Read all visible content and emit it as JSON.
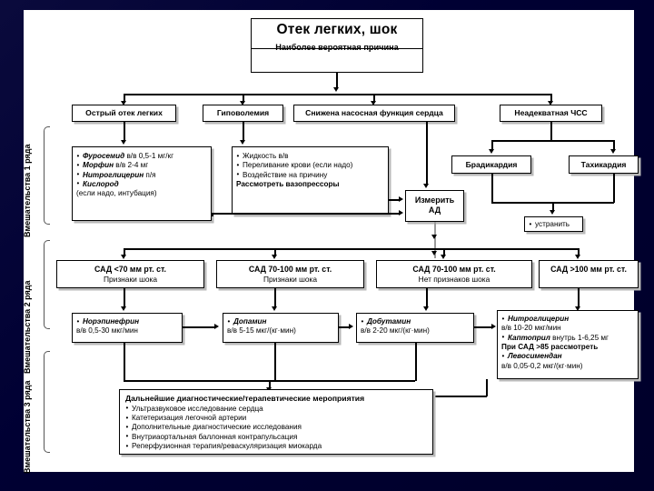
{
  "slide": {
    "background_color": "#000033",
    "canvas_color": "#ffffff"
  },
  "title": {
    "main": "Отек легких, шок",
    "subtitle": "Наиболее вероятная причина"
  },
  "side_labels": [
    {
      "id": "row1",
      "text": "Вмешательства 1 ряда"
    },
    {
      "id": "row2",
      "text": "Вмешательства 2 ряда"
    },
    {
      "id": "row3",
      "text": "Вмешательства 3 ряда"
    }
  ],
  "causes": [
    {
      "id": "cause-acute-pulmonary-edema",
      "label": "Острый отек легких"
    },
    {
      "id": "cause-hypovolemia",
      "label": "Гиповолемия"
    },
    {
      "id": "cause-reduced-pump-function",
      "label": "Снижена насосная функция сердца"
    },
    {
      "id": "cause-inadequate-heart-rate",
      "label": "Неадекватная ЧСС"
    }
  ],
  "treatment_edema": {
    "items": [
      {
        "drug": "Фуросемид",
        "rest": " в/в 0,5-1 мг/кг",
        "bullet": true
      },
      {
        "drug": "Морфин",
        "rest": " в/в 2-4 мг",
        "bullet": true
      },
      {
        "drug": "Нитроглицерин",
        "rest": " п/я",
        "bullet": true
      },
      {
        "drug": "Кислород",
        "rest": "",
        "bullet": true
      },
      {
        "drug": "",
        "rest": "(если надо, интубация)",
        "bullet": false
      }
    ]
  },
  "treatment_hypovolemia": {
    "items": [
      {
        "text": "Жидкость в/в",
        "bullet": true,
        "bold": false
      },
      {
        "text": "Переливание крови (если надо)",
        "bullet": true,
        "bold": false
      },
      {
        "text": "Воздействие на причину",
        "bullet": true,
        "bold": false
      },
      {
        "text": "Рассмотреть вазопрессоры",
        "bullet": false,
        "bold": true
      }
    ]
  },
  "rhythm": {
    "bradycardia": "Брадикардия",
    "tachycardia": "Тахикардия",
    "resolve": "устранить"
  },
  "measure_bp": {
    "line1": "Измерить",
    "line2": "АД"
  },
  "bp_branches": [
    {
      "id": "bp-lt70",
      "line1": "САД <70 мм рт. ст.",
      "line2": "Признаки шока"
    },
    {
      "id": "bp-70-100-shock",
      "line1": "САД 70-100 мм рт. ст.",
      "line2": "Признаки шока"
    },
    {
      "id": "bp-70-100-noshock",
      "line1": "САД 70-100 мм рт. ст.",
      "line2": "Нет признаков шока"
    },
    {
      "id": "bp-gt100",
      "line1": "САД >100 мм рт. ст.",
      "line2": ""
    }
  ],
  "vasoactive": [
    {
      "id": "drug-norepinephrine",
      "items": [
        {
          "drug": "Норэпинефрин",
          "rest": "",
          "bullet": true
        },
        {
          "drug": "",
          "rest": "в/в 0,5-30 мкг/мин",
          "bullet": false
        }
      ]
    },
    {
      "id": "drug-dopamine",
      "items": [
        {
          "drug": "Допамин",
          "rest": "",
          "bullet": true
        },
        {
          "drug": "",
          "rest": "в/в 5-15 мкг/(кг·мин)",
          "bullet": false
        }
      ]
    },
    {
      "id": "drug-dobutamine",
      "items": [
        {
          "drug": "Добутамин",
          "rest": "",
          "bullet": true
        },
        {
          "drug": "",
          "rest": "в/в 2-20 мкг/(кг·мин)",
          "bullet": false
        }
      ]
    }
  ],
  "vasodilators": {
    "id": "drug-vasodilators",
    "items": [
      {
        "drug": "Нитроглицерин",
        "rest": "",
        "bullet": true,
        "bold": false
      },
      {
        "drug": "",
        "rest": "в/в 10-20 мкг/мин",
        "bullet": false,
        "bold": false
      },
      {
        "drug": "Каптоприл",
        "rest": " внутрь 1-6,25 мг",
        "bullet": true,
        "bold": false
      },
      {
        "drug": "",
        "rest": "При САД >85 рассмотреть",
        "bullet": false,
        "bold": true
      },
      {
        "drug": "Левосимендан",
        "rest": "",
        "bullet": true,
        "bold": false
      },
      {
        "drug": "",
        "rest": "в/в 0,05-0,2 мкг/(кг·мин)",
        "bullet": false,
        "bold": false
      }
    ]
  },
  "further_actions": {
    "heading": "Дальнейшие диагностические/терапевтические мероприятия",
    "items": [
      "Ультразвуковое исследование сердца",
      "Катетеризация легочной артерии",
      "Дополнительные диагностические исследования",
      "Внутриаортальная баллонная контрапульсация",
      "Реперфузионная терапия/реваскуляризация миокарда"
    ]
  }
}
